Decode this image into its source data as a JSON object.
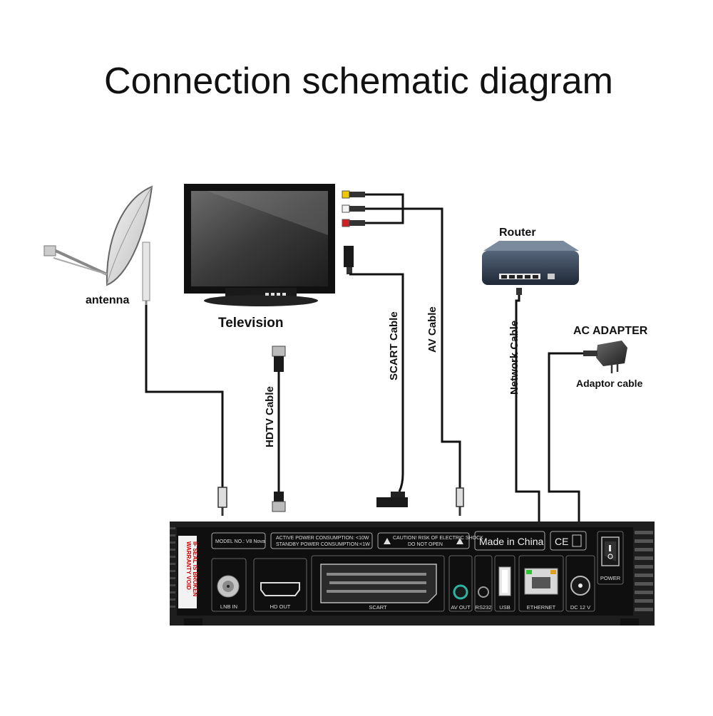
{
  "title": "Connection schematic diagram",
  "devices": {
    "antenna": "antenna",
    "television": "Television",
    "router": "Router",
    "ac_adapter": "AC ADAPTER",
    "adaptor_cable": "Adaptor cable"
  },
  "cables": {
    "hdtv": "HDTV Cable",
    "scart": "SCART Cable",
    "av": "AV Cable",
    "network": "Network Cable"
  },
  "receiver": {
    "model": "MODEL NO.: V8 Nova",
    "power_active": "ACTIVE POWER CONSUMPTION: <10W",
    "power_standby": "STANDBY POWER CONSUMPTION:<1W",
    "caution_1": "CAUTION! RISK OF ELECTRIC SHOCK",
    "caution_2": "DO NOT OPEN",
    "made_in": "Made in China",
    "ce": "CE",
    "warranty_1": "WARRANTY VOID",
    "warranty_2": "IF SEAL IS BROKEN",
    "ports": {
      "lnb": "LNB IN",
      "hd": "HD OUT",
      "scart": "SCART",
      "av": "AV OUT",
      "rs232": "RS232",
      "usb": "USB",
      "ethernet": "ETHERNET",
      "dc": "DC 12 V",
      "power": "POWER"
    }
  }
}
